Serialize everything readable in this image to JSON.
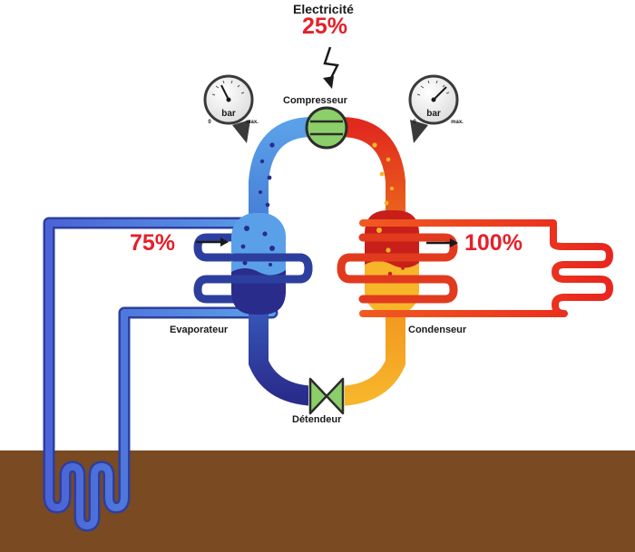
{
  "electricity": {
    "label": "Electricité",
    "percent": "25%"
  },
  "compressor": {
    "label": "Compresseur"
  },
  "evaporator": {
    "label": "Evaporateur",
    "percent": "75%"
  },
  "condenser": {
    "label": "Condenseur",
    "percent": "100%"
  },
  "expansion_valve": {
    "label": "Détendeur"
  },
  "gauges": [
    {
      "unit": "bar",
      "min_label": "0",
      "max_label": "max."
    },
    {
      "unit": "bar",
      "min_label": "0",
      "max_label": "max."
    }
  ],
  "colors": {
    "cold_dark": "#2a2c8c",
    "cold_mid": "#3b5ec8",
    "cold_light": "#5aa0e8",
    "hot_red": "#e12a1e",
    "hot_orange": "#f08a1c",
    "hot_yellow": "#f7b52a",
    "ground": "#7a4a22",
    "device_green": "#8ccf6a",
    "percent_red": "#e5202a"
  }
}
